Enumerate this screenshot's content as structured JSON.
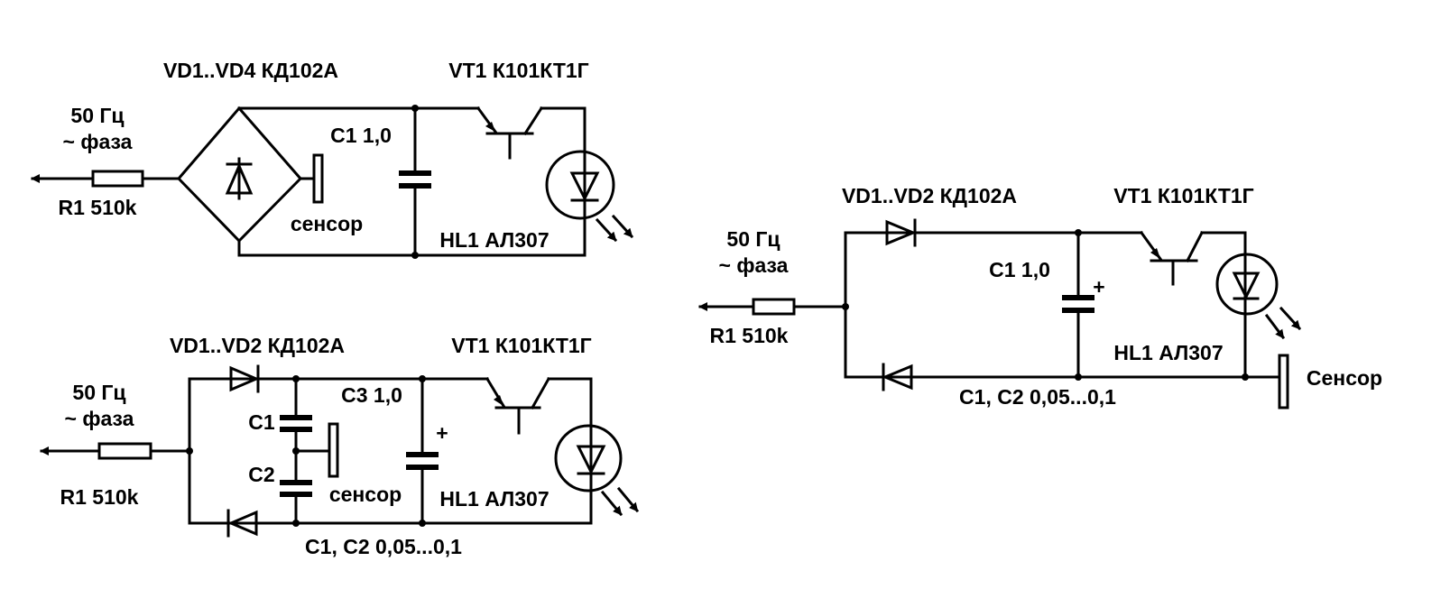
{
  "colors": {
    "ink": "#000000",
    "background": "#ffffff"
  },
  "circuit_1": {
    "diodes_label": "VD1..VD4 КД102А",
    "transistor_label": "VT1 К101КТ1Г",
    "freq_label": "50 Гц",
    "phase_label": "~ фаза",
    "resistor_label": "R1 510k",
    "capacitor_label": "C1 1,0",
    "sensor_label": "сенсор",
    "led_label": "HL1 АЛ307"
  },
  "circuit_2": {
    "diodes_label": "VD1..VD2 КД102А",
    "transistor_label": "VT1 К101КТ1Г",
    "freq_label": "50 Гц",
    "phase_label": "~ фаза",
    "resistor_label": "R1 510k",
    "c1_label": "C1",
    "c2_label": "C2",
    "c3_label": "C3 1,0",
    "plus_sign": "+",
    "sensor_label": "сенсор",
    "led_label": "HL1 АЛ307",
    "c1_c2_label": "C1, C2 0,05...0,1"
  },
  "circuit_3": {
    "diodes_label": "VD1..VD2 КД102А",
    "transistor_label": "VT1 К101КТ1Г",
    "freq_label": "50 Гц",
    "phase_label": "~ фаза",
    "resistor_label": "R1 510k",
    "capacitor_label": "C1 1,0",
    "plus_sign": "+",
    "led_label": "HL1 АЛ307",
    "sensor_label": "Сенсор",
    "c1_c2_label": "C1, C2 0,05...0,1"
  }
}
